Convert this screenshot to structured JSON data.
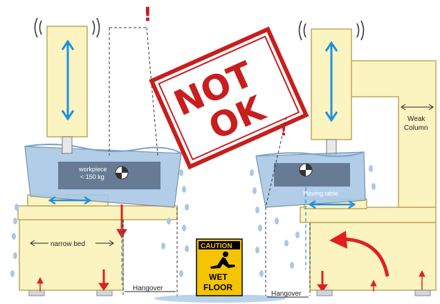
{
  "stamp": {
    "line1": "NOT",
    "line2": "OK"
  },
  "left_machine": {
    "workpiece_line1": "workpiece",
    "workpiece_line2": "< 150 kg",
    "narrow_bed": "narrow bed",
    "hangover": "Hangover"
  },
  "right_machine": {
    "moving_table": "Moving table",
    "weak_line1": "Weak",
    "weak_line2": "Column",
    "hangover": "Hangover"
  },
  "sign": {
    "caution": "CAUTION",
    "wet": "WET",
    "floor": "FLOOR"
  },
  "warnings": {
    "exclamation": "!"
  },
  "colors": {
    "machine_fill": "#fbf3c0",
    "machine_stroke": "#b9a85a",
    "water": "#a9c8e6",
    "arrow_blue": "#1e90e0",
    "arrow_red": "#e02020",
    "stamp_red": "#c81e1e",
    "sign_yellow": "#f5c400"
  }
}
